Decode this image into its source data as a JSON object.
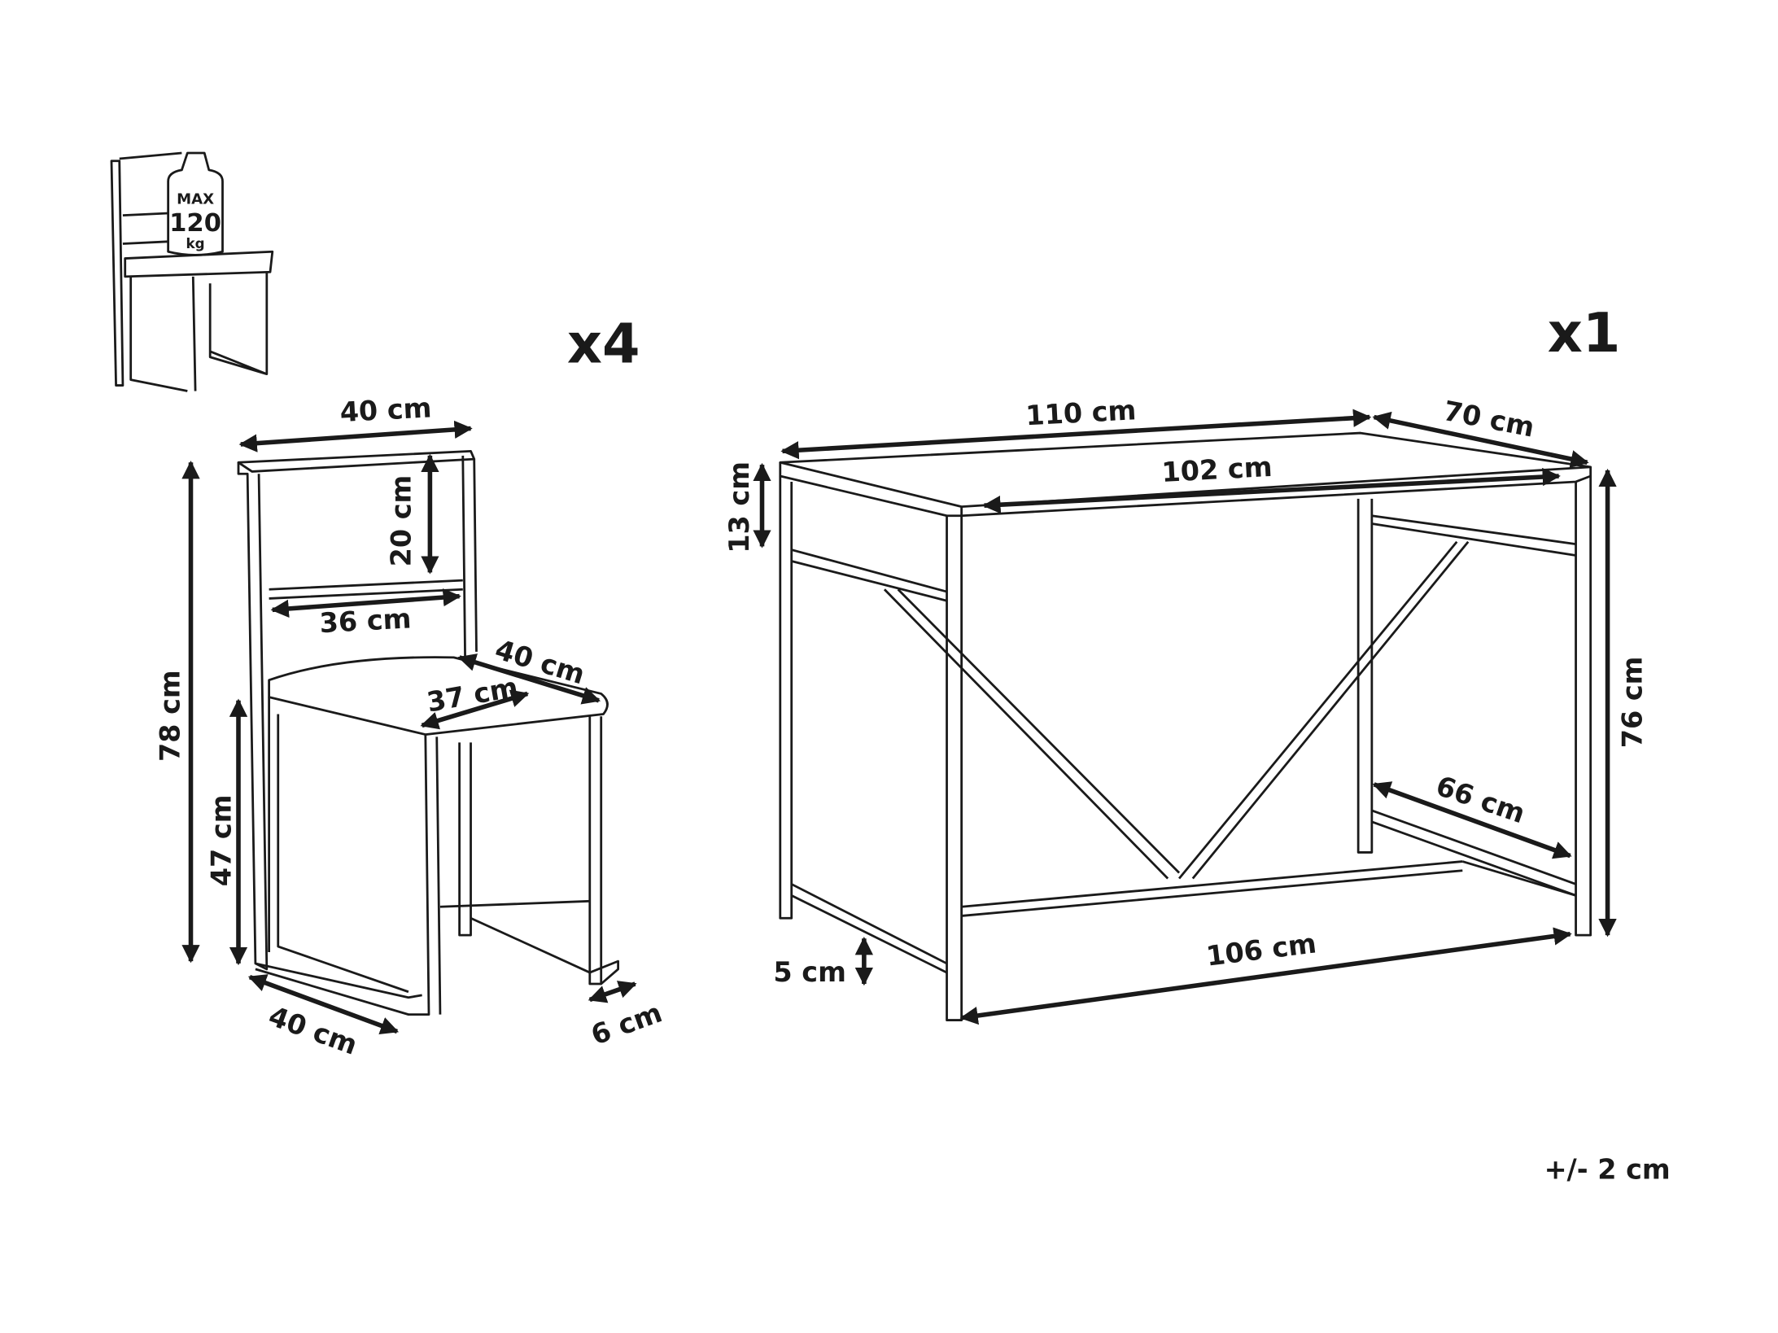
{
  "weight_icon": {
    "max": "MAX",
    "value": "120",
    "unit": "kg"
  },
  "chair": {
    "quantity": "x4",
    "dims": {
      "width_top": "40 cm",
      "backrest_height": "20 cm",
      "backrest_inner": "36 cm",
      "seat_depth": "40 cm",
      "seat_width": "37 cm",
      "total_height": "78 cm",
      "seat_height": "47 cm",
      "base_width": "40 cm",
      "foot": "6 cm"
    }
  },
  "table": {
    "quantity": "x1",
    "dims": {
      "length": "110 cm",
      "depth": "70 cm",
      "inner_length": "102 cm",
      "apron_height": "13 cm",
      "height": "76 cm",
      "inner_depth": "66 cm",
      "bottom_length": "106 cm",
      "foot_clearance": "5 cm"
    }
  },
  "tolerance": "+/- 2 cm"
}
